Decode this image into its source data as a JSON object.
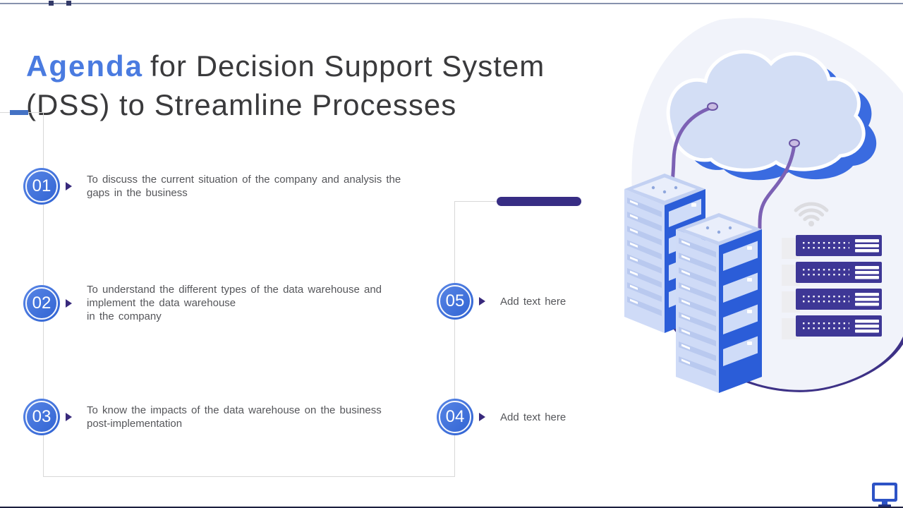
{
  "slide": {
    "title": {
      "highlight": "Agenda",
      "rest_line1": "for Decision Support System",
      "line2": "(DSS) to Streamline Processes"
    },
    "agenda_items": [
      {
        "number": "01",
        "text": "To discuss the current situation of the company and analysis the\ngaps in the business"
      },
      {
        "number": "02",
        "text": "To understand the different types of the data warehouse and\nimplement the data warehouse\nin the company"
      },
      {
        "number": "03",
        "text": "To know the impacts of the data warehouse on the business\npost-implementation"
      },
      {
        "number": "04",
        "text": "Add text here"
      },
      {
        "number": "05",
        "text": "Add text here"
      }
    ],
    "illustration": {
      "icons": [
        "cloud-icon",
        "server-tower-icon",
        "wifi-icon",
        "server-rack-icon",
        "monitor-icon"
      ]
    },
    "colors": {
      "accent_blue": "#4a7be0",
      "title_gray": "#3a3a3c",
      "circle_blue": "#2f62d2",
      "indigo_bar": "#372d84",
      "connector_gray": "#d8d8d8",
      "body_text": "#55565a",
      "rack_indigo": "#3e3796",
      "blob_fill": "#f1f3fa",
      "blob_outline": "#3d3186",
      "cable_purple": "#7c61b4",
      "server_side_blue": "#2b5dd8",
      "server_face_blue": "#cfdbf7"
    }
  }
}
